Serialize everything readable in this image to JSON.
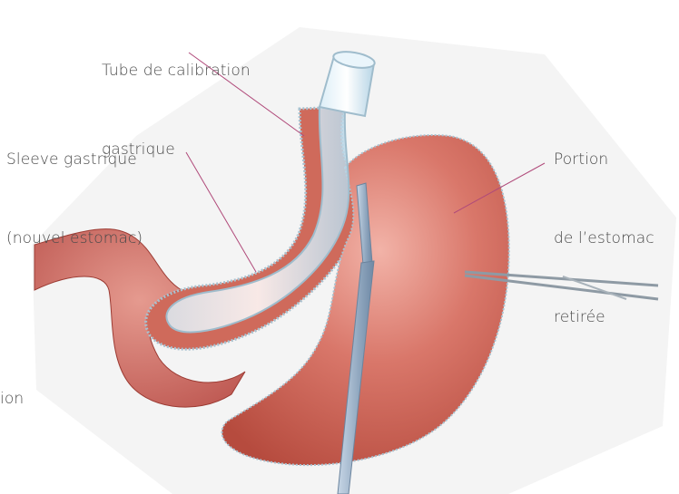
{
  "labels": {
    "tube": {
      "line1": "Tube de calibration",
      "line2": "gastrique"
    },
    "sleeve": {
      "line1": "Sleeve gastrique",
      "line2": "(nouvel estomac)"
    },
    "portion": {
      "line1": "Portion",
      "line2": "de l’estomac",
      "line3": "retirée"
    },
    "partial": {
      "line1": "ion"
    }
  },
  "colors": {
    "text": "#4a4a4a",
    "leader_line": "#b04a7a",
    "stomach": "#c95a4a",
    "stomach_highlight": "#e8a096",
    "tube": "#cfe3ee",
    "stapler": "#9fb3c8",
    "background_tint": "#f3f3f3"
  }
}
